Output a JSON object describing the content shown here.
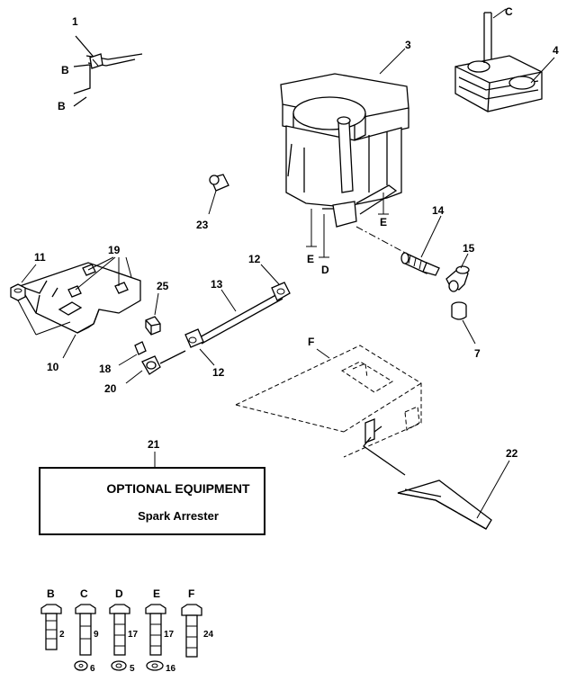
{
  "callouts": [
    "1",
    "3",
    "4",
    "7",
    "10",
    "11",
    "12",
    "12",
    "13",
    "14",
    "15",
    "18",
    "19",
    "20",
    "21",
    "22",
    "23",
    "25"
  ],
  "ref_letters": [
    "B",
    "B",
    "C",
    "E",
    "E",
    "D",
    "F"
  ],
  "optional_box": {
    "title": "OPTIONAL EQUIPMENT",
    "subtitle": "Spark Arrester"
  },
  "hardware": [
    {
      "letter": "B",
      "bolt": "2",
      "washer": "6"
    },
    {
      "letter": "C",
      "bolt": "9",
      "washer": ""
    },
    {
      "letter": "D",
      "bolt": "17",
      "washer": "5"
    },
    {
      "letter": "E",
      "bolt": "17",
      "washer": "16"
    },
    {
      "letter": "F",
      "bolt": "24",
      "washer": ""
    }
  ]
}
